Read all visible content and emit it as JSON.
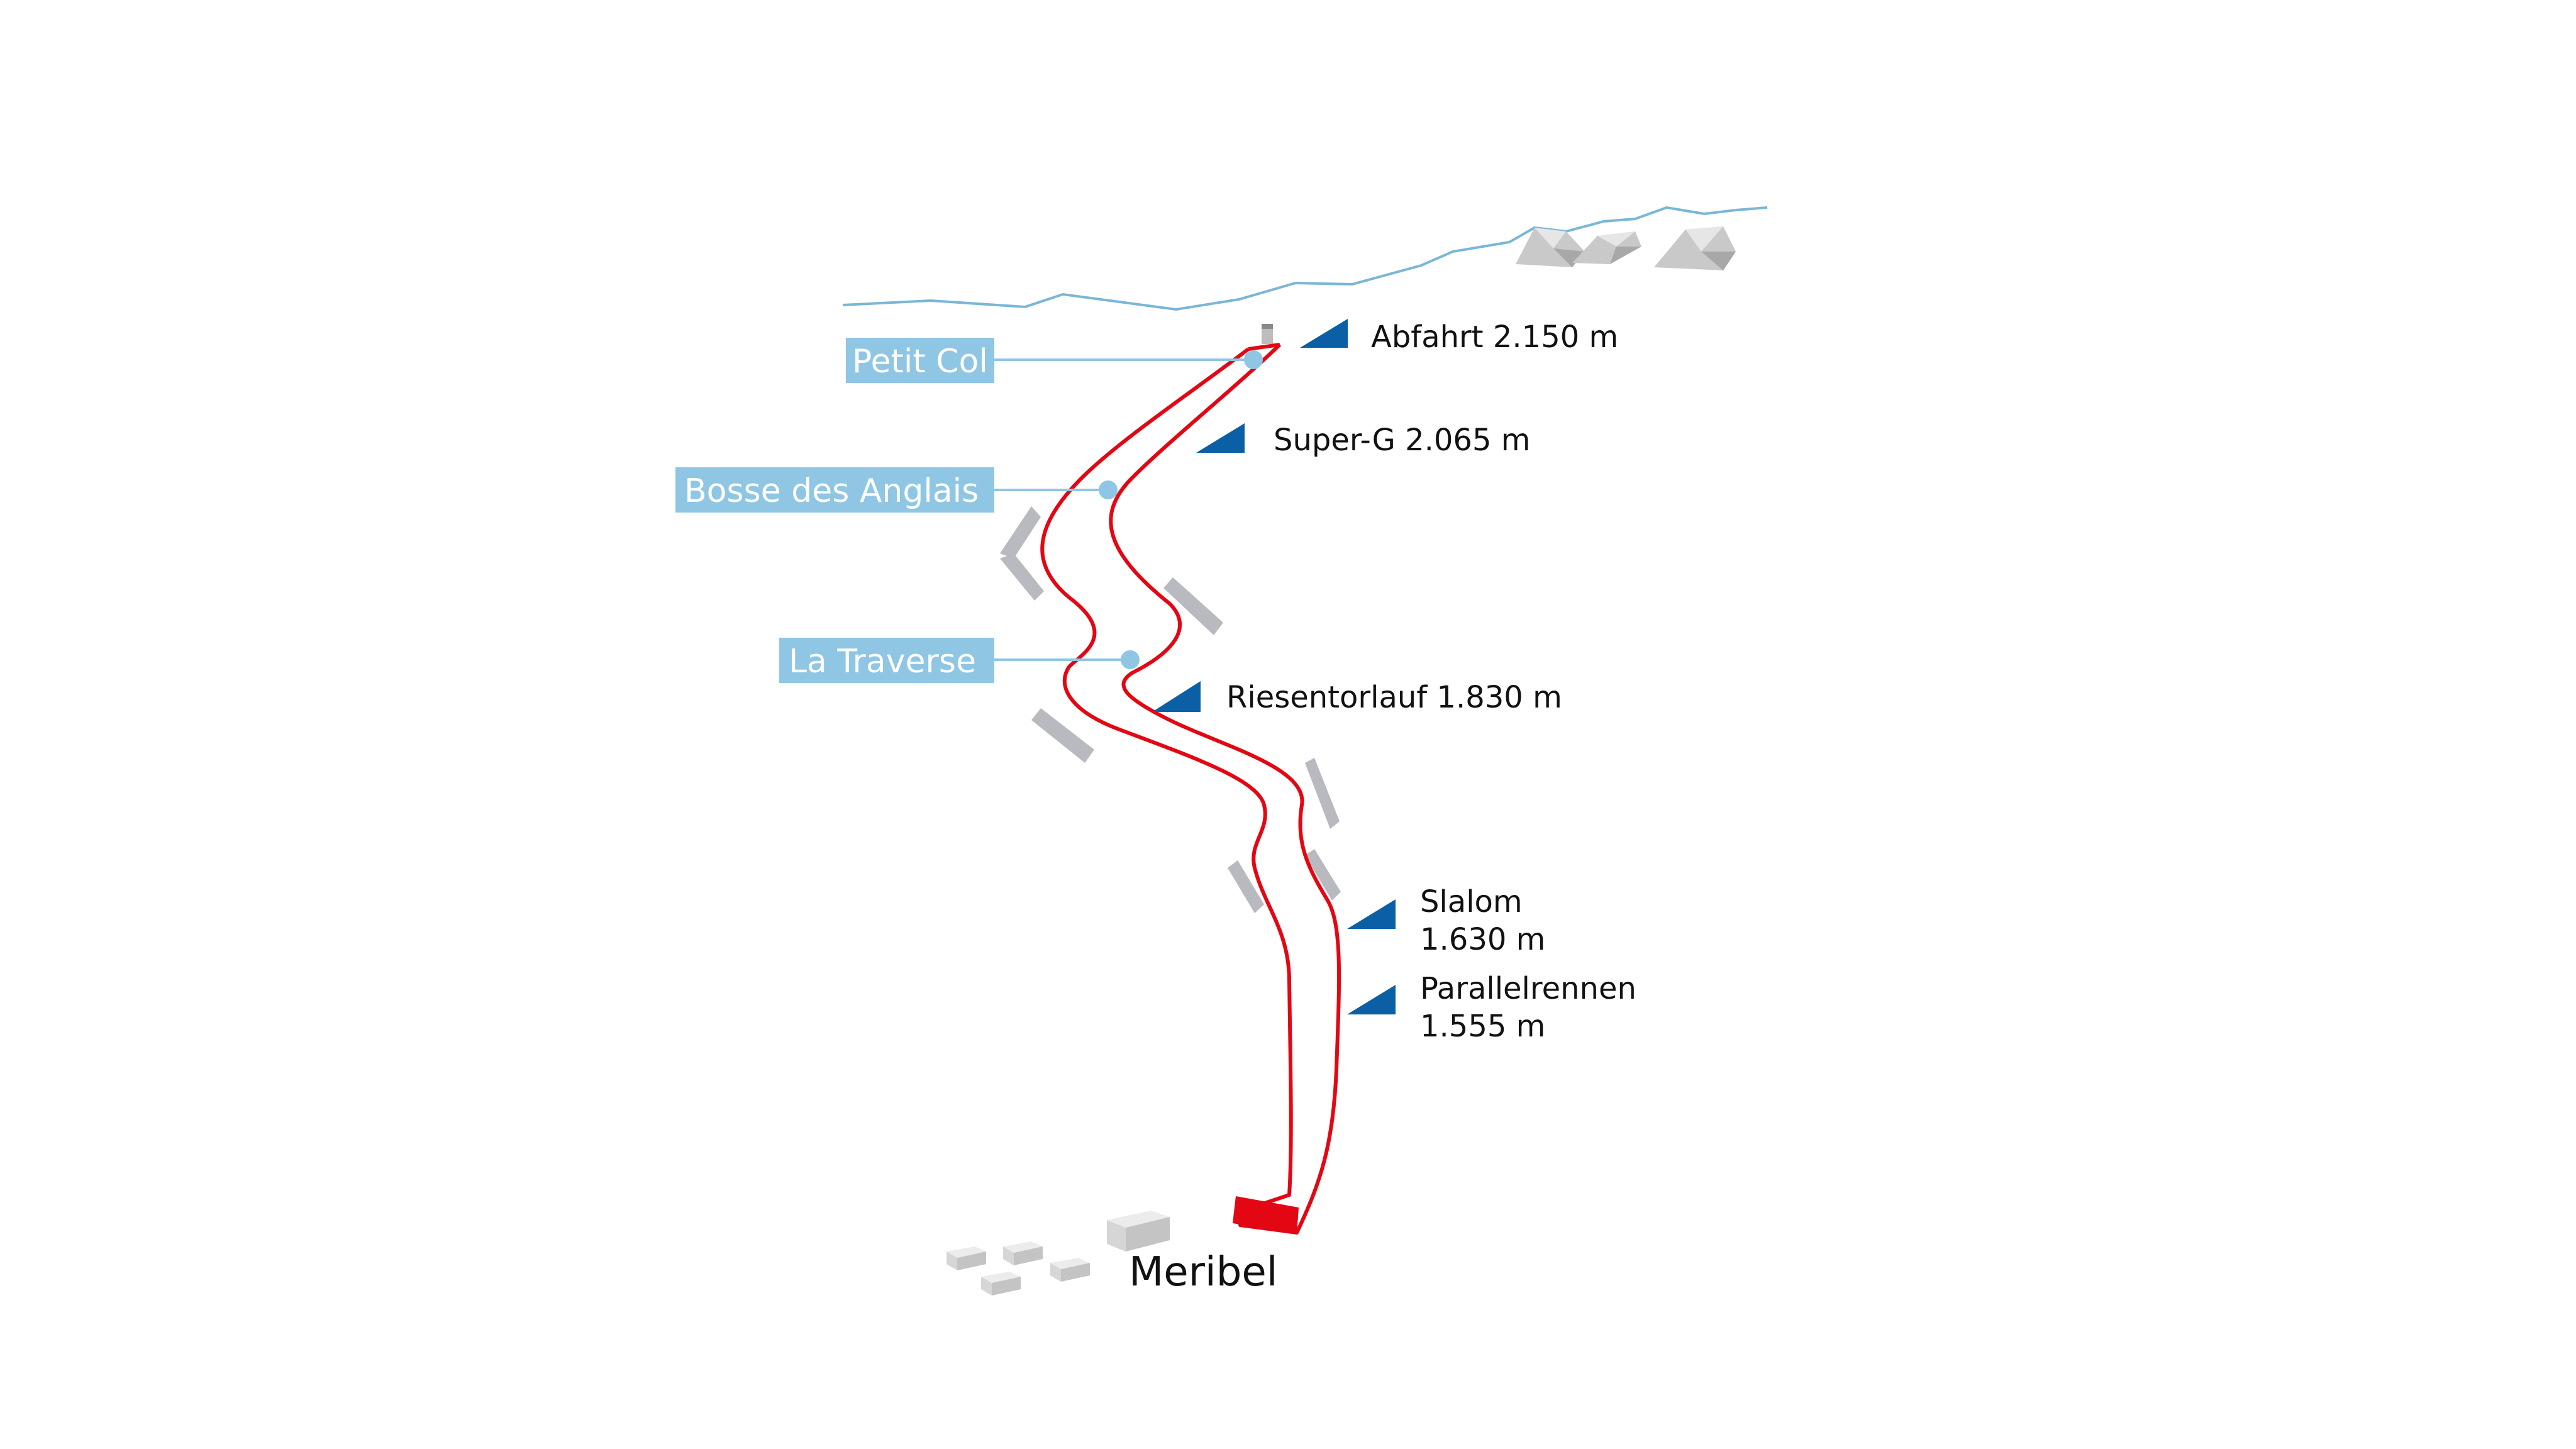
{
  "colors": {
    "course": "#e30613",
    "callout_box": "#8fc6e4",
    "callout_line": "#8fc6e4",
    "start_marker": "#0b5fa5",
    "horizon": "#7ab6d6",
    "rock_light": "#e6e6e6",
    "rock_mid": "#c9c9c9",
    "rock_dark": "#a8a8a8",
    "barrier": "#b9b9c0",
    "building": "#dcdcdc"
  },
  "callouts": [
    {
      "id": "petit-col",
      "label": "Petit Col"
    },
    {
      "id": "bosse-des-anglais",
      "label": "Bosse des Anglais"
    },
    {
      "id": "la-traverse",
      "label": "La Traverse"
    }
  ],
  "starts": [
    {
      "id": "abfahrt",
      "lines": [
        "Abfahrt 2.150 m"
      ]
    },
    {
      "id": "super-g",
      "lines": [
        "Super-G 2.065 m"
      ]
    },
    {
      "id": "riesentorlauf",
      "lines": [
        "Riesentorlauf 1.830 m"
      ]
    },
    {
      "id": "slalom",
      "lines": [
        "Slalom",
        "1.630 m"
      ]
    },
    {
      "id": "parallelrennen",
      "lines": [
        "Parallelrennen",
        "1.555 m"
      ]
    }
  ],
  "town": {
    "label": "Meribel"
  },
  "icons": {
    "start_marker": "start-triangle-icon",
    "callout_point": "waypoint-dot-icon",
    "building": "building-icon",
    "rock": "mountain-rock-icon"
  }
}
